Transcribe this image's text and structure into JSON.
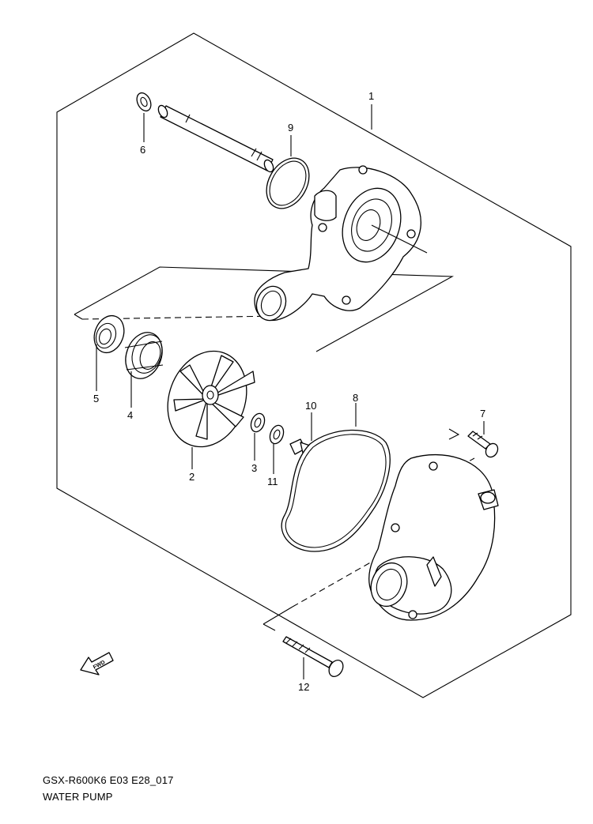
{
  "diagram": {
    "code": "GSX-R600K6 E03 E28_017",
    "title": "WATER PUMP",
    "arrow_label": "FWD",
    "callouts": [
      {
        "id": "1",
        "label": "1"
      },
      {
        "id": "2",
        "label": "2"
      },
      {
        "id": "3",
        "label": "3"
      },
      {
        "id": "4",
        "label": "4"
      },
      {
        "id": "5",
        "label": "5"
      },
      {
        "id": "6",
        "label": "6"
      },
      {
        "id": "7",
        "label": "7"
      },
      {
        "id": "8",
        "label": "8"
      },
      {
        "id": "9",
        "label": "9"
      },
      {
        "id": "10",
        "label": "10"
      },
      {
        "id": "11",
        "label": "11"
      },
      {
        "id": "12",
        "label": "12"
      }
    ]
  }
}
